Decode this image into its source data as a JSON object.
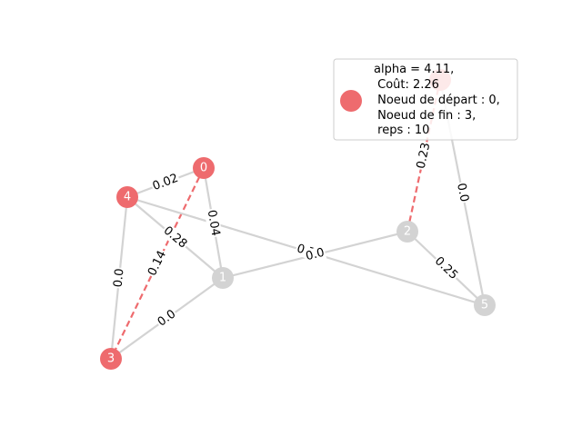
{
  "colors": {
    "highlight": "#ee6b6e",
    "normal": "#d3d3d3",
    "edge_normal": "#d3d3d3",
    "edge_path": "#ee6b6e",
    "node_text": "#ffffff",
    "legend_border": "#cccccc"
  },
  "nodes": [
    {
      "id": "0",
      "label": "0",
      "state": "path"
    },
    {
      "id": "1",
      "label": "1",
      "state": "normal"
    },
    {
      "id": "2",
      "label": "2",
      "state": "normal"
    },
    {
      "id": "3",
      "label": "3",
      "state": "path"
    },
    {
      "id": "4",
      "label": "4",
      "state": "path"
    },
    {
      "id": "5",
      "label": "5",
      "state": "normal"
    },
    {
      "id": "6",
      "label": "",
      "state": "path"
    }
  ],
  "edges": [
    {
      "source": "0",
      "target": "4",
      "label": "0.02",
      "state": "normal"
    },
    {
      "source": "0",
      "target": "1",
      "label": "0.04",
      "state": "normal"
    },
    {
      "source": "0",
      "target": "3",
      "label": "0.14",
      "state": "path"
    },
    {
      "source": "4",
      "target": "1",
      "label": "0.28",
      "state": "normal"
    },
    {
      "source": "4",
      "target": "3",
      "label": "0.0",
      "state": "normal"
    },
    {
      "source": "4",
      "target": "5",
      "label": "0.7",
      "state": "normal"
    },
    {
      "source": "1",
      "target": "3",
      "label": "0.0",
      "state": "normal"
    },
    {
      "source": "1",
      "target": "2",
      "label": "0.0",
      "state": "normal"
    },
    {
      "source": "2",
      "target": "5",
      "label": "0.25",
      "state": "normal"
    },
    {
      "source": "2",
      "target": "6",
      "label": "0.23",
      "state": "path"
    },
    {
      "source": "6",
      "target": "5",
      "label": "0.0",
      "state": "normal"
    }
  ],
  "legend": {
    "lines": [
      "alpha = 4.11,",
      " Coût: 2.26",
      " Noeud de départ : 0,",
      " Noeud de fin : 3,",
      " reps : 10"
    ]
  }
}
